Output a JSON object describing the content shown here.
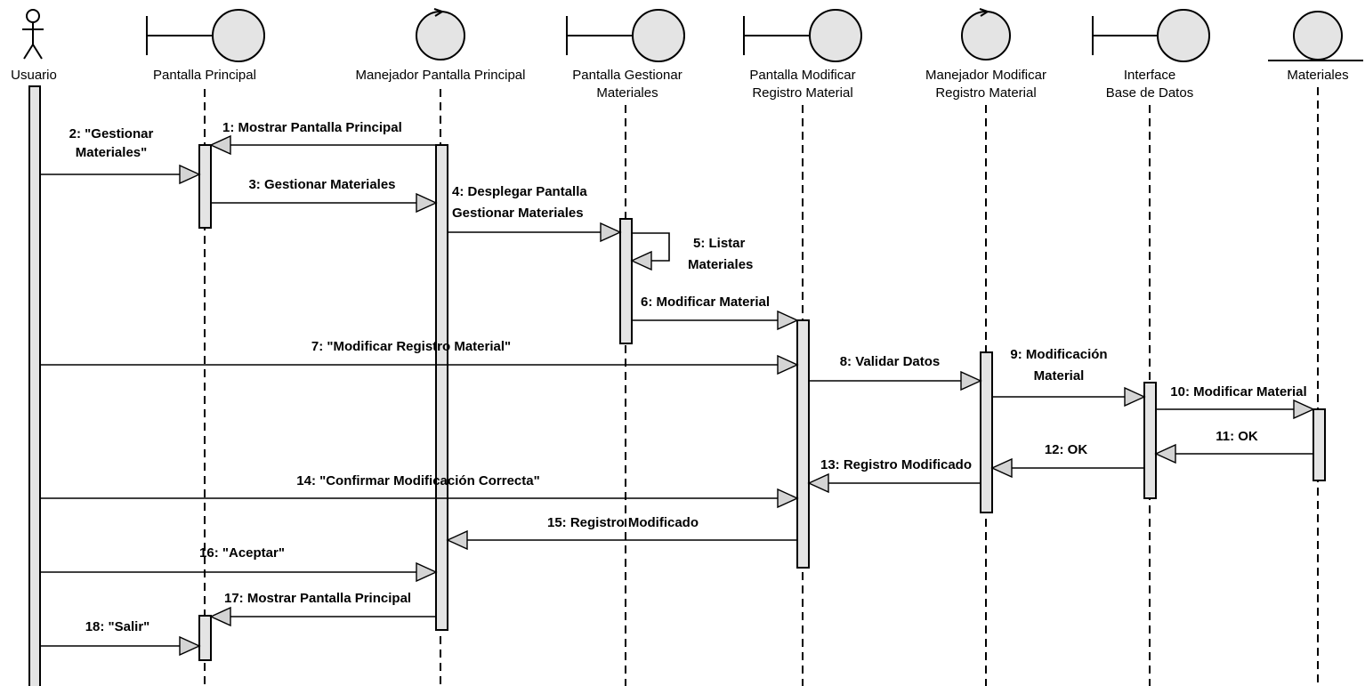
{
  "participants": [
    {
      "id": "usuario",
      "kind": "actor",
      "lines": [
        "Usuario"
      ]
    },
    {
      "id": "pantalla_principal",
      "kind": "boundary",
      "lines": [
        "Pantalla Principal"
      ]
    },
    {
      "id": "manejador_pp",
      "kind": "control",
      "lines": [
        "Manejador Pantalla Principal"
      ]
    },
    {
      "id": "pantalla_gestionar",
      "kind": "boundary",
      "lines": [
        "Pantalla Gestionar",
        "Materiales"
      ]
    },
    {
      "id": "pantalla_modificar",
      "kind": "boundary",
      "lines": [
        "Pantalla Modificar",
        "Registro Material"
      ]
    },
    {
      "id": "manejador_modificar",
      "kind": "control",
      "lines": [
        "Manejador Modificar",
        "Registro Material"
      ]
    },
    {
      "id": "interface_bd",
      "kind": "boundary",
      "lines": [
        "Interface",
        "Base de Datos"
      ]
    },
    {
      "id": "materiales",
      "kind": "entity",
      "lines": [
        "Materiales"
      ]
    }
  ],
  "messages": [
    {
      "id": "m1",
      "from": "manejador_pp",
      "to": "pantalla_principal",
      "lines": [
        "1: Mostrar Pantalla Principal"
      ]
    },
    {
      "id": "m2",
      "from": "usuario",
      "to": "pantalla_principal",
      "lines": [
        "2: \"Gestionar",
        "Materiales\""
      ]
    },
    {
      "id": "m3",
      "from": "pantalla_principal",
      "to": "manejador_pp",
      "lines": [
        "3: Gestionar Materiales"
      ]
    },
    {
      "id": "m4",
      "from": "manejador_pp",
      "to": "pantalla_gestionar",
      "lines": [
        "4: Desplegar Pantalla",
        "Gestionar Materiales"
      ]
    },
    {
      "id": "m5",
      "from": "pantalla_gestionar",
      "to": "pantalla_gestionar",
      "lines": [
        "5: Listar",
        "Materiales"
      ]
    },
    {
      "id": "m6",
      "from": "pantalla_gestionar",
      "to": "pantalla_modificar",
      "lines": [
        "6: Modificar Material"
      ]
    },
    {
      "id": "m7",
      "from": "usuario",
      "to": "pantalla_modificar",
      "lines": [
        "7: \"Modificar Registro Material\""
      ]
    },
    {
      "id": "m8",
      "from": "pantalla_modificar",
      "to": "manejador_modificar",
      "lines": [
        "8: Validar Datos"
      ]
    },
    {
      "id": "m9",
      "from": "manejador_modificar",
      "to": "interface_bd",
      "lines": [
        "9: Modificación",
        "Material"
      ]
    },
    {
      "id": "m10",
      "from": "interface_bd",
      "to": "materiales",
      "lines": [
        "10: Modificar Material"
      ]
    },
    {
      "id": "m11",
      "from": "materiales",
      "to": "interface_bd",
      "lines": [
        "11: OK"
      ]
    },
    {
      "id": "m12",
      "from": "interface_bd",
      "to": "manejador_modificar",
      "lines": [
        "12: OK"
      ]
    },
    {
      "id": "m13",
      "from": "manejador_modificar",
      "to": "pantalla_modificar",
      "lines": [
        "13: Registro Modificado"
      ]
    },
    {
      "id": "m14",
      "from": "usuario",
      "to": "pantalla_modificar",
      "lines": [
        "14: \"Confirmar Modificación Correcta\""
      ]
    },
    {
      "id": "m15",
      "from": "pantalla_modificar",
      "to": "manejador_pp",
      "lines": [
        "15: Registro Modificado"
      ]
    },
    {
      "id": "m16",
      "from": "usuario",
      "to": "manejador_pp",
      "lines": [
        "16: \"Aceptar\""
      ]
    },
    {
      "id": "m17",
      "from": "manejador_pp",
      "to": "pantalla_principal",
      "lines": [
        "17: Mostrar Pantalla Principal"
      ]
    },
    {
      "id": "m18",
      "from": "usuario",
      "to": "pantalla_principal",
      "lines": [
        "18: \"Salir\""
      ]
    }
  ]
}
